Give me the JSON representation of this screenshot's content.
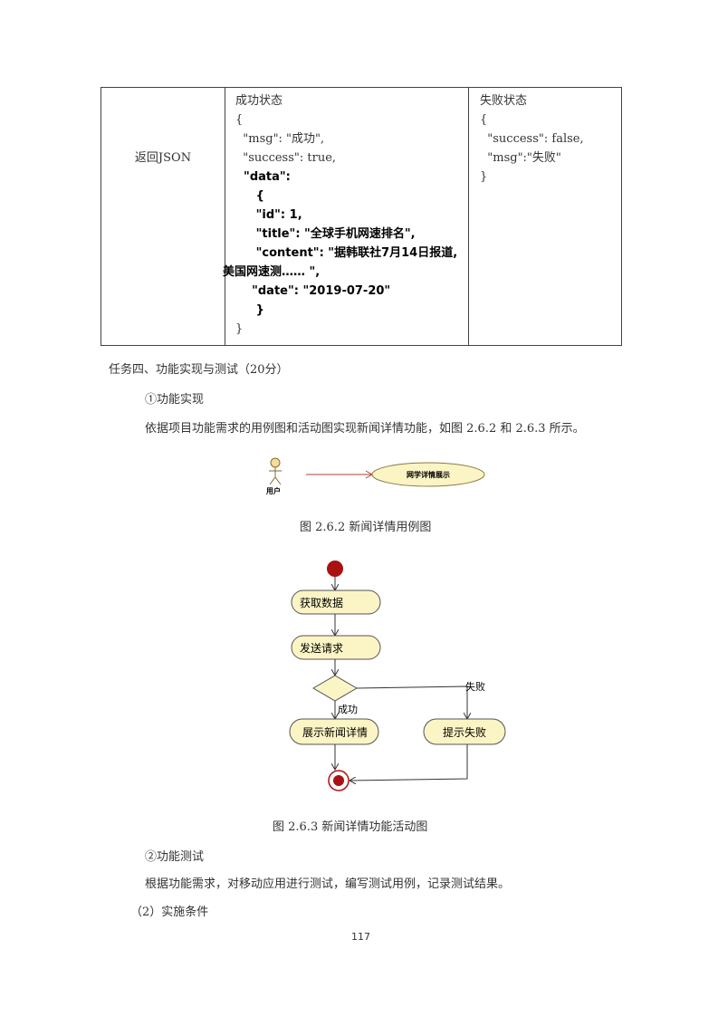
{
  "table": {
    "label": "返回JSON",
    "success_title": "成功状态",
    "success_lines": [
      "{",
      "  \"msg\": \"成功\",",
      "  \"success\": true,"
    ],
    "success_bold_lines": [
      "  \"data\":",
      "     {",
      "     \"id\": 1,",
      "     \"title\": \"全球手机网速排名\",",
      "     \"content\": \"据韩联社7月14日报道,",
      "美国网速测…… \",",
      "    \"date\": \"2019-07-20\"",
      "     }"
    ],
    "success_close": "}",
    "fail_title": "失败状态",
    "fail_lines": [
      "{",
      "  \"success\": false,",
      "  \"msg\":\"失败\"",
      "}"
    ]
  },
  "task_heading": "任务四、功能实现与测试（20分）",
  "sub1": "①功能实现",
  "para1": "依据项目功能需求的用例图和活动图实现新闻详情功能，如图 2.6.2 和 2.6.3 所示。",
  "usecase": {
    "actor_label": "用户",
    "usecase_label": "网学详情展示"
  },
  "fig1_caption": "图 2.6.2   新闻详情用例图",
  "activity": {
    "get_data": "获取数据",
    "send_request": "发送请求",
    "success_label": "成功",
    "fail_label": "失败",
    "show_detail": "展示新闻详情",
    "show_fail": "提示失败"
  },
  "fig2_caption": "图 2.6.3   新闻详情功能活动图",
  "sub2": "②功能测试",
  "para2": "根据功能需求，对移动应用进行测试，编写测试用例，记录测试结果。",
  "section": "（2）实施条件",
  "page_number": "117"
}
